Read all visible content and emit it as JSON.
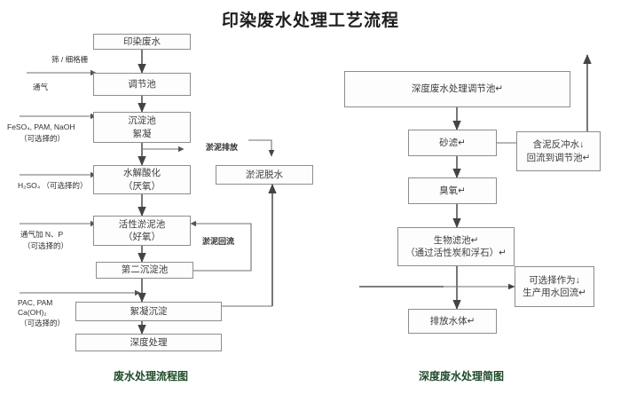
{
  "title": "印染废水处理工艺流程",
  "captions": {
    "left": "废水处理流程图",
    "right": "深度废水处理简图"
  },
  "colors": {
    "background": "#ffffff",
    "box_border": "#8d8d8d",
    "box_fill": "#fdfdfd",
    "line": "#6f6f6f",
    "title_text": "#1d1d1d",
    "caption_text": "#1e4a27",
    "body_text": "#3c3c3c"
  },
  "left_flow": {
    "boxes": [
      {
        "id": "influent",
        "line1": "印染废水",
        "line2": ""
      },
      {
        "id": "equalization",
        "line1": "调节池",
        "line2": ""
      },
      {
        "id": "sedimentation",
        "line1": "沉淀池",
        "line2": "絮凝"
      },
      {
        "id": "hydrolysis",
        "line1": "水解酸化",
        "line2": "（厌氧）"
      },
      {
        "id": "activated-sludge",
        "line1": "活性淤泥池",
        "line2": "（好氧）"
      },
      {
        "id": "secondary-clarifier",
        "line1": "第二沉淀池",
        "line2": ""
      },
      {
        "id": "flocculation",
        "line1": "絮凝沉淀",
        "line2": ""
      },
      {
        "id": "advanced",
        "line1": "深度处理",
        "line2": ""
      },
      {
        "id": "sludge-dewater",
        "line1": "淤泥脱水",
        "line2": ""
      }
    ],
    "labels": {
      "screen": "筛 / 细格栅",
      "aeration": "通气",
      "feso4_line1": "FeSO₄, PAM, NaOH",
      "feso4_line2": "（可选择的）",
      "h2so4": "H₂SO₄ （可选择的）",
      "aeration_np_line1": "通气加 N、P",
      "aeration_np_line2": "（可选择的）",
      "pac_line1": "PAC, PAM",
      "pac_line2": "Ca(OH)₂",
      "pac_line3": "（可选择的）",
      "sludge_discharge": "淤泥排放",
      "sludge_return": "淤泥回流"
    }
  },
  "right_flow": {
    "boxes": [
      {
        "id": "adv-equalization",
        "line1": "深度废水处理调节池↵",
        "line2": ""
      },
      {
        "id": "sand-filter",
        "line1": "砂滤↵",
        "line2": ""
      },
      {
        "id": "ozone",
        "line1": "臭氧↵",
        "line2": ""
      },
      {
        "id": "bio-filter",
        "line1": "生物滤池↵",
        "line2": "（通过活性炭和浮石）↵"
      },
      {
        "id": "discharge",
        "line1": "排放水体↵",
        "line2": ""
      },
      {
        "id": "backwash-return",
        "line1": "含泥反冲水↓",
        "line2": "回流到调节池↵"
      },
      {
        "id": "reuse",
        "line1": "可选择作为↓",
        "line2": "生产用水回流↵"
      }
    ]
  }
}
